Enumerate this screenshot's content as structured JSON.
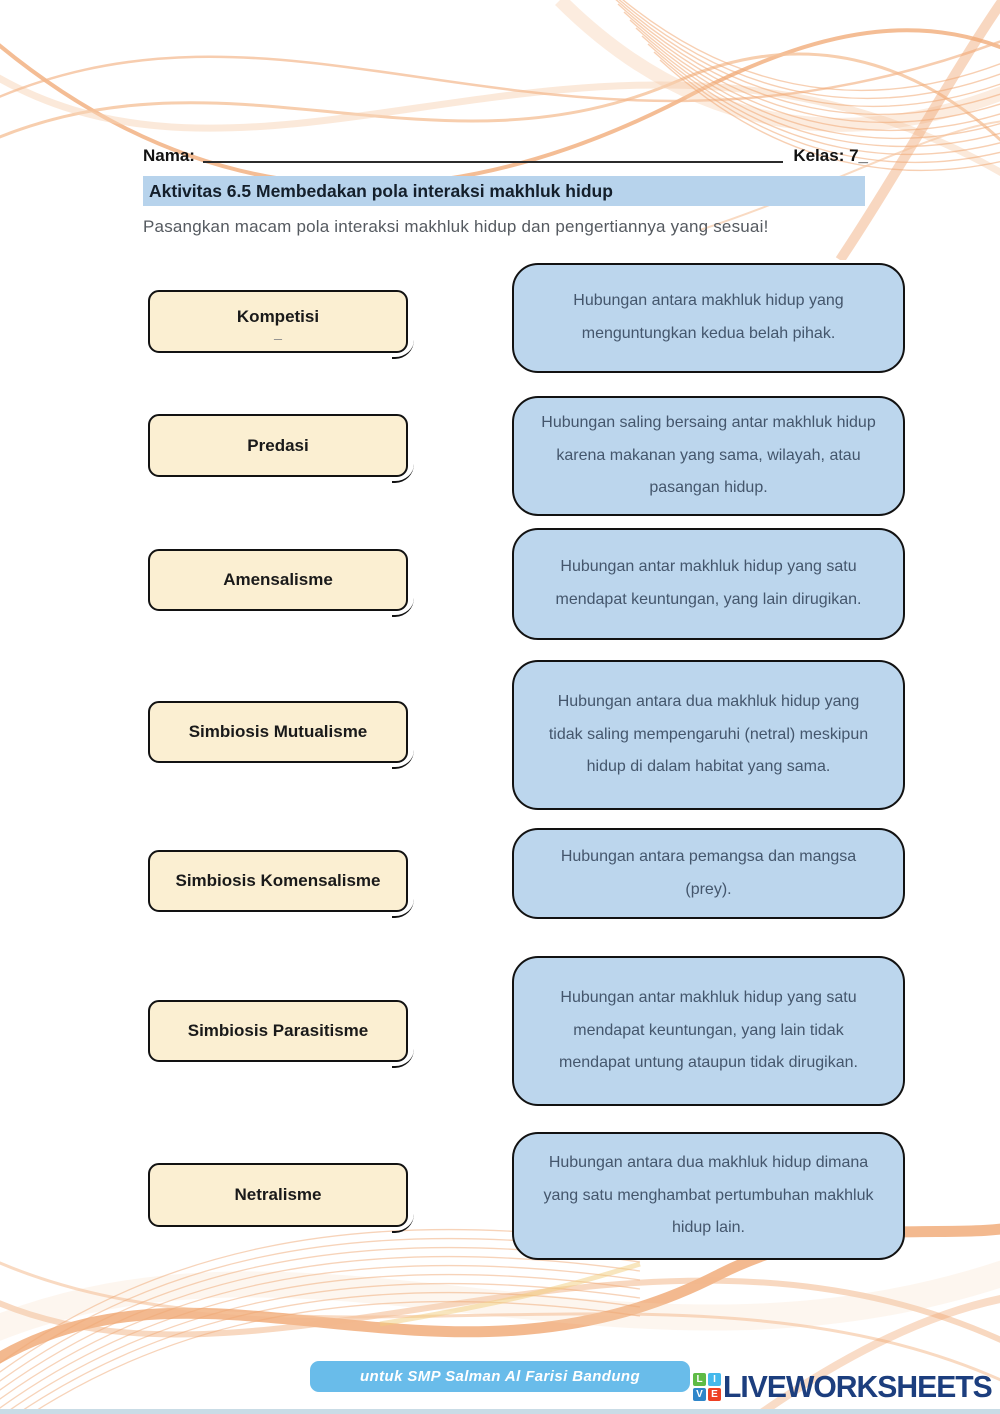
{
  "header": {
    "nama_label": "Nama:",
    "kelas_label": "Kelas: 7_",
    "activity_title": "Aktivitas 6.5 Membedakan pola interaksi makhluk hidup",
    "instruction": "Pasangkan macam pola interaksi makhluk hidup dan pengertiannya yang sesuai!"
  },
  "terms": [
    {
      "label": "Kompetisi",
      "note": "_"
    },
    {
      "label": "Predasi"
    },
    {
      "label": "Amensalisme"
    },
    {
      "label": "Simbiosis Mutualisme"
    },
    {
      "label": "Simbiosis Komensalisme"
    },
    {
      "label": "Simbiosis Parasitisme"
    },
    {
      "label": "Netralisme"
    }
  ],
  "definitions": [
    "Hubungan antara makhluk hidup yang menguntungkan kedua belah pihak.",
    "Hubungan saling bersaing antar makhluk hidup karena makanan yang sama, wilayah, atau pasangan hidup.",
    "Hubungan antar makhluk hidup yang satu mendapat keuntungan, yang lain dirugikan.",
    "Hubungan antara dua makhluk hidup yang tidak saling mempengaruhi (netral) meskipun hidup di dalam habitat yang sama.",
    "Hubungan antara pemangsa dan mangsa (prey).",
    "Hubungan antar makhluk hidup yang satu mendapat keuntungan, yang lain tidak mendapat untung ataupun tidak dirugikan.",
    "Hubungan antara dua makhluk hidup dimana yang satu menghambat pertumbuhan makhluk hidup lain."
  ],
  "footer": {
    "school_badge": "untuk SMP Salman Al Farisi Bandung",
    "brand": "LIVEWORKSHEETS",
    "logo_letters": {
      "l": "L",
      "i": "I",
      "v": "V",
      "e": "E"
    }
  },
  "colors": {
    "term_box_fill": "#fbefd2",
    "definition_box_fill": "#bcd6ed",
    "activity_bar_fill": "#b7d3ec",
    "school_badge_fill": "#69bcea",
    "brand_navy": "#1c3e7e",
    "logo_green": "#5fbb46",
    "logo_light_blue": "#45b9ec",
    "logo_blue": "#2f86c9",
    "logo_red": "#ee4023",
    "wave_orange": "#f0a773"
  }
}
